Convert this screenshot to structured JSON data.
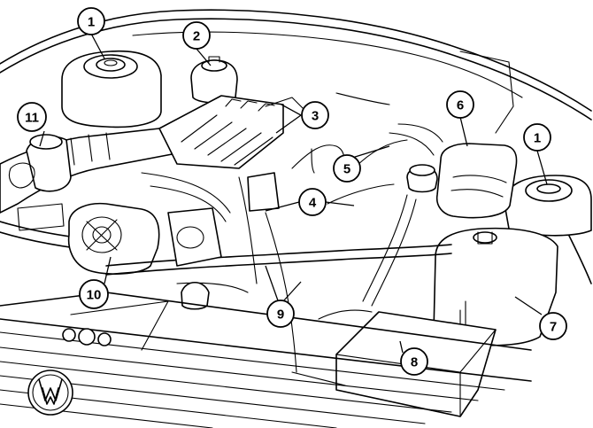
{
  "callouts": [
    {
      "label": "1"
    },
    {
      "label": "2"
    },
    {
      "label": "3"
    },
    {
      "label": "1"
    },
    {
      "label": "4"
    },
    {
      "label": "5"
    },
    {
      "label": "6"
    },
    {
      "label": "7"
    },
    {
      "label": "8"
    },
    {
      "label": "9"
    },
    {
      "label": "10"
    },
    {
      "label": "11"
    }
  ]
}
